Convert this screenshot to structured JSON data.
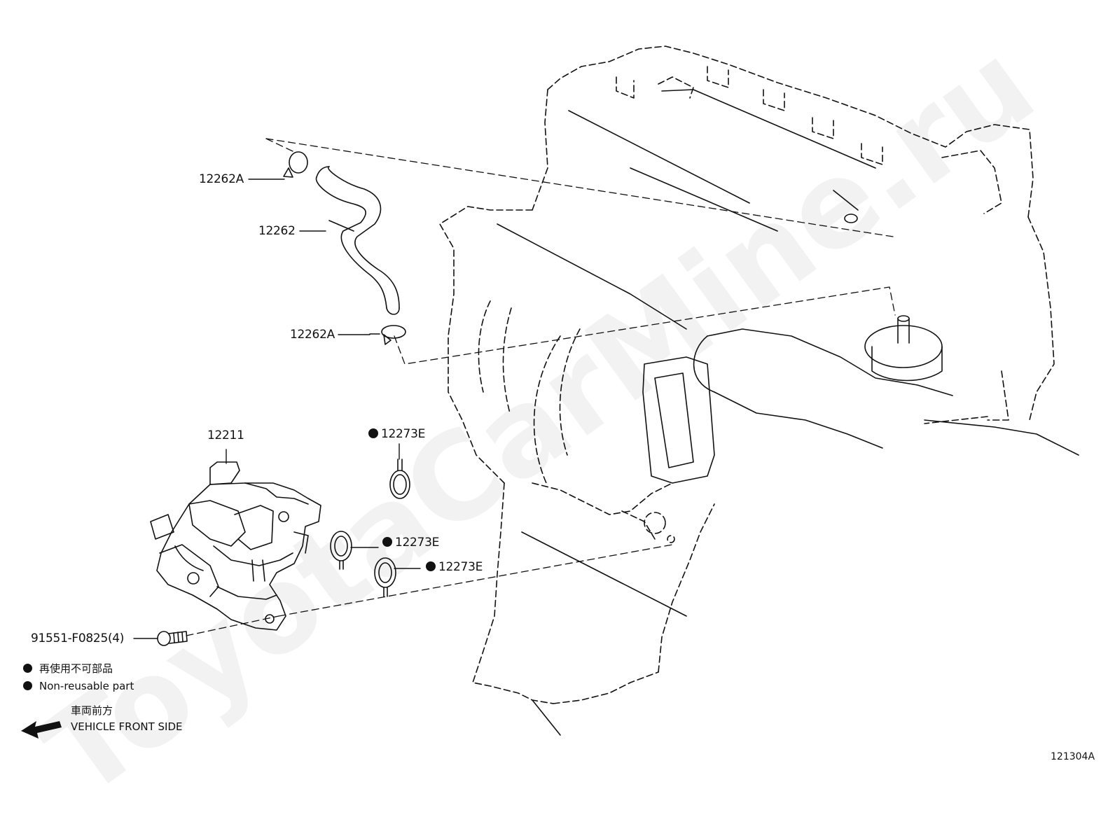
{
  "colors": {
    "line": "#111111",
    "background": "#ffffff",
    "watermark": "#e8e8e8"
  },
  "watermark": "ToyotaCarMine.ru",
  "labels": {
    "clip_upper": "12262A",
    "hose": "12262",
    "clip_lower": "12262A",
    "canister": "12211",
    "gasket_1": "12273E",
    "gasket_2": "12273E",
    "gasket_3": "12273E",
    "bolt": "91551-F0825(4)"
  },
  "legend": {
    "jp": "再使用不可部品",
    "en": "Non-reusable part"
  },
  "direction": {
    "icon": "arrow-left-icon",
    "jp": "車両前方",
    "en": "VEHICLE FRONT SIDE"
  },
  "diagram_id": "121304A"
}
